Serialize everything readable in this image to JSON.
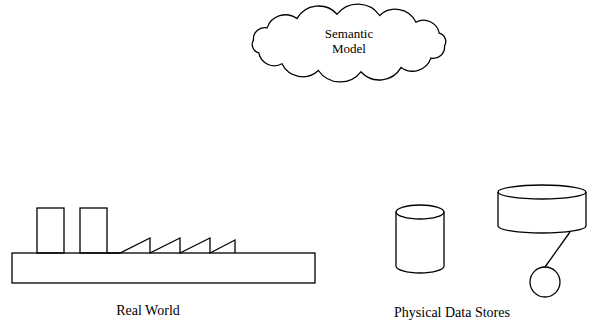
{
  "diagram": {
    "nodes": [
      {
        "text": [
          "Semantic Model"
        ]
      }
    ],
    "labels": [
      "Real World",
      "Physical Data Stores"
    ]
  }
}
